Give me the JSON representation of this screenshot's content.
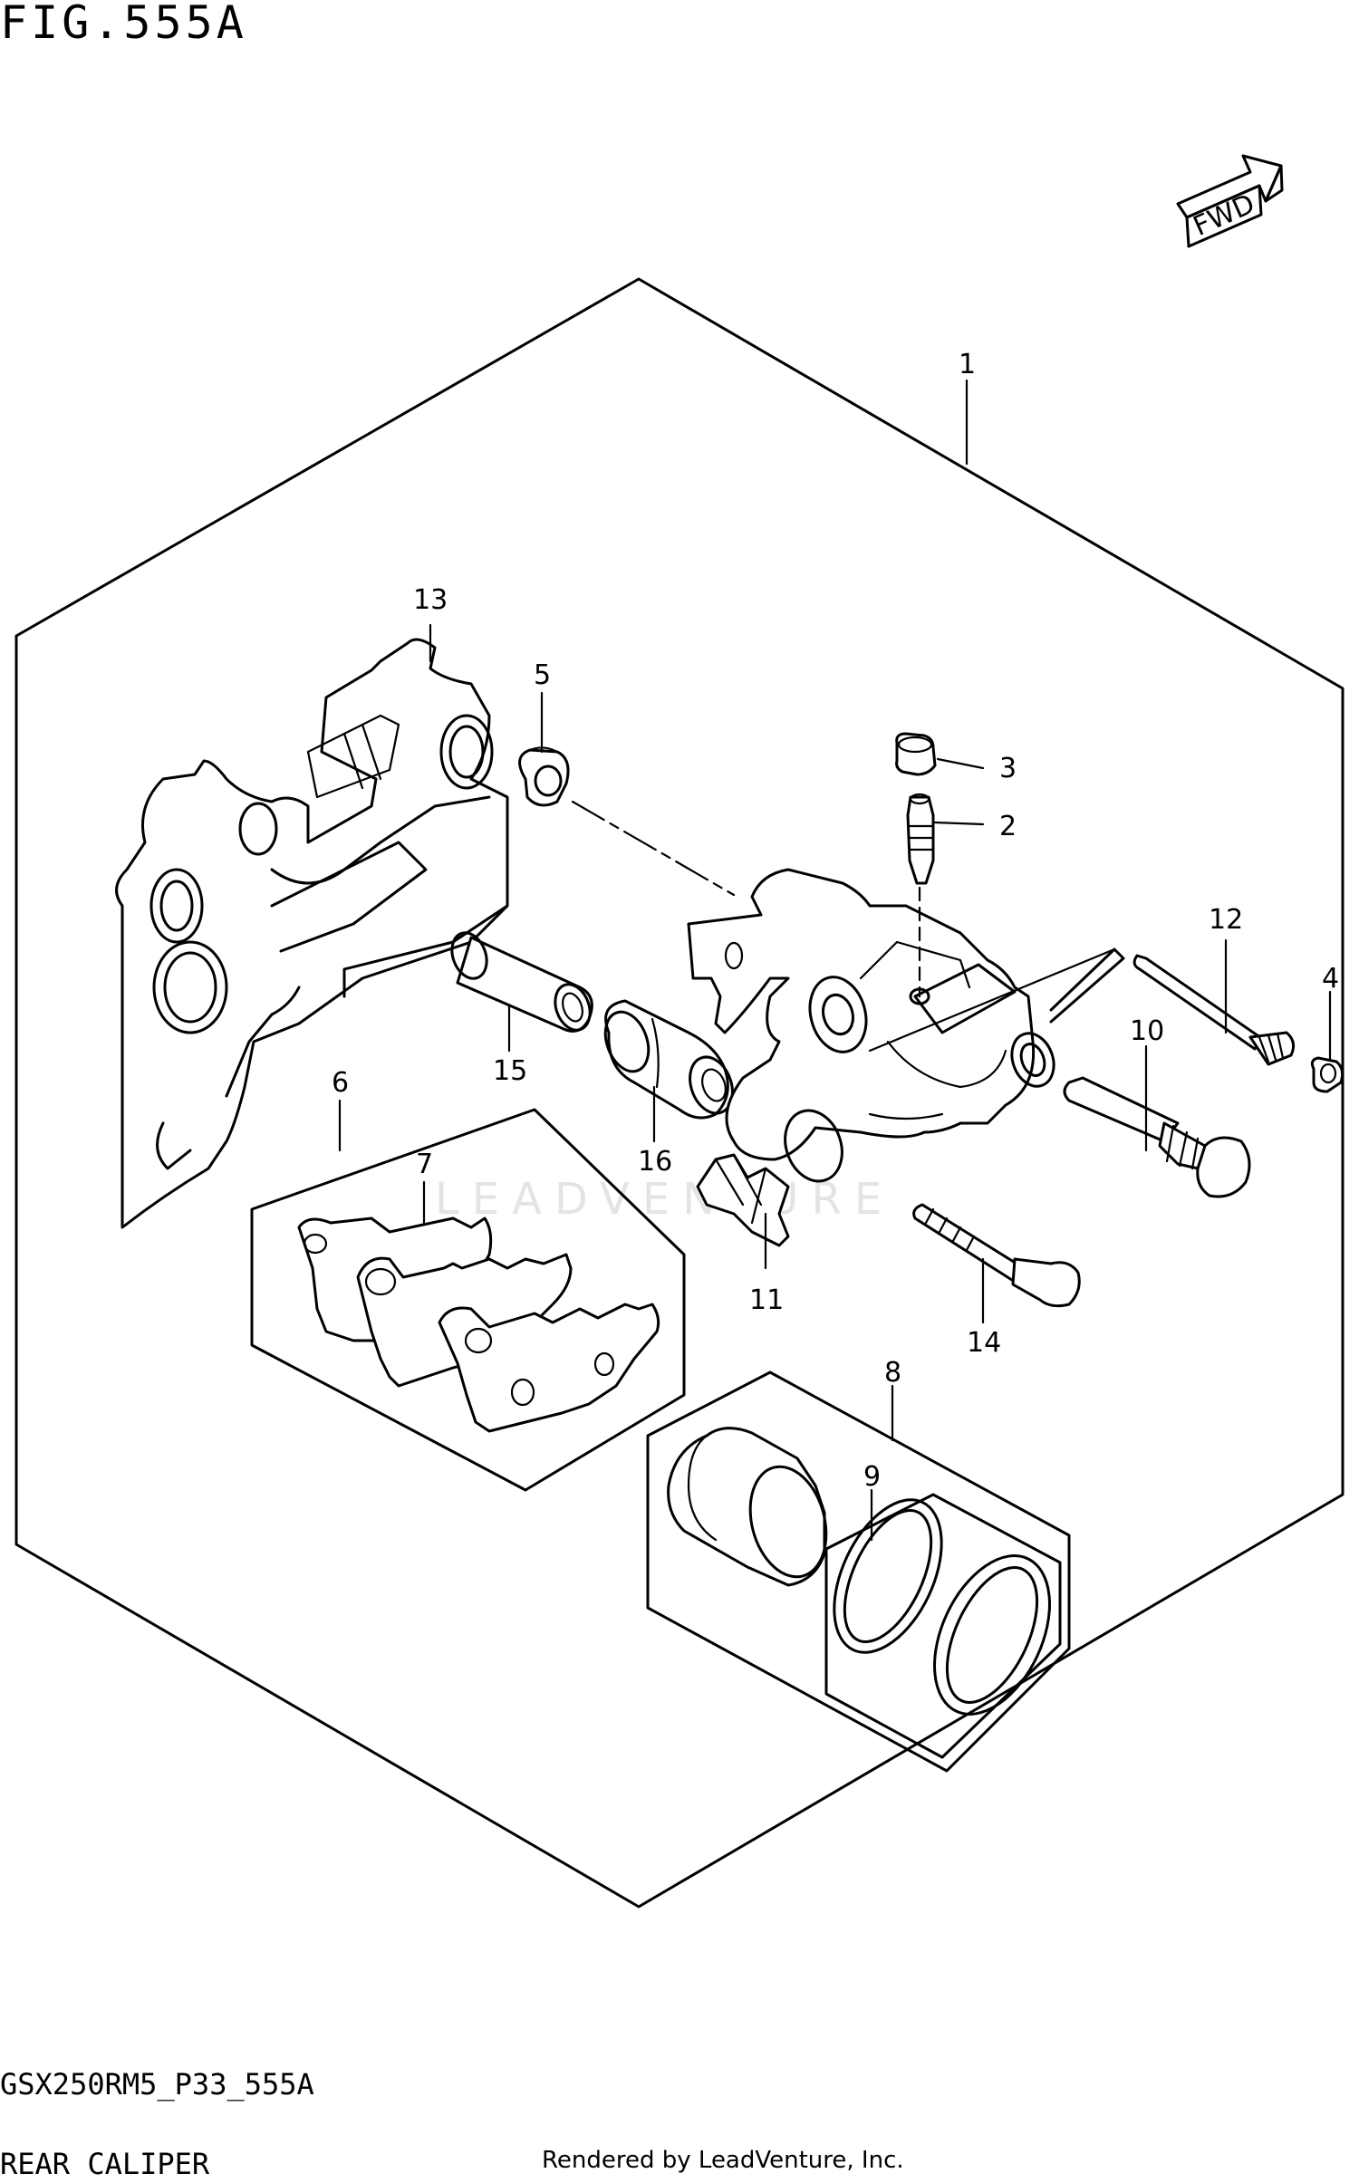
{
  "figure": {
    "title": "FIG.555A",
    "model_code": "GSX250RM5_P33_555A",
    "name": "REAR CALIPER",
    "rendered_by": "Rendered by LeadVenture, Inc.",
    "watermark": "LEADVENTURE",
    "fwd_label": "FWD"
  },
  "callouts": [
    {
      "id": "c1",
      "label": "1"
    },
    {
      "id": "c2",
      "label": "2"
    },
    {
      "id": "c3",
      "label": "3"
    },
    {
      "id": "c4",
      "label": "4"
    },
    {
      "id": "c5",
      "label": "5"
    },
    {
      "id": "c6",
      "label": "6"
    },
    {
      "id": "c7",
      "label": "7"
    },
    {
      "id": "c8",
      "label": "8"
    },
    {
      "id": "c9",
      "label": "9"
    },
    {
      "id": "c10",
      "label": "10"
    },
    {
      "id": "c11",
      "label": "11"
    },
    {
      "id": "c12",
      "label": "12"
    },
    {
      "id": "c13",
      "label": "13"
    },
    {
      "id": "c14",
      "label": "14"
    },
    {
      "id": "c15",
      "label": "15"
    },
    {
      "id": "c16",
      "label": "16"
    }
  ]
}
